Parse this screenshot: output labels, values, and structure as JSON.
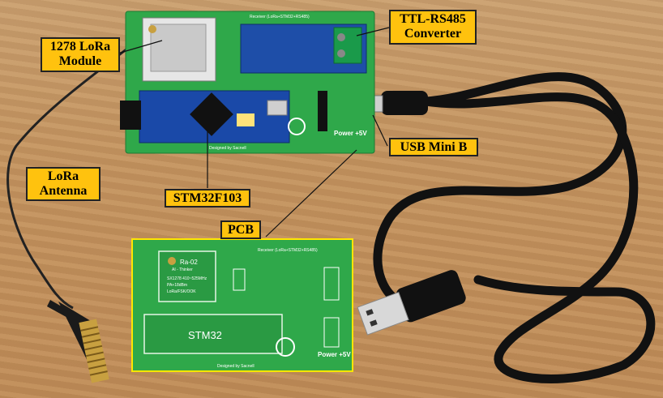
{
  "labels": {
    "lora_module_line1": "1278 LoRa",
    "lora_module_line2": "Module",
    "ttl_line1": "TTL-RS485",
    "ttl_line2": "Converter",
    "usb": "USB Mini B",
    "antenna_line1": "LoRa",
    "antenna_line2": "Antenna",
    "stm32": "STM32F103",
    "pcb": "PCB"
  },
  "board_top": {
    "title": "Receiver (LoRa+STM32+RS485)",
    "power": "Power +5V",
    "designed": "Designed by Sacnell"
  },
  "board_pcb": {
    "title": "Receiver (LoRa+STM32+RS485)",
    "module_name": "Ra-02",
    "module_brand": "AI - Thinker",
    "module_spec1": "SX1278 410~525MHz",
    "module_spec2": "PA+18dBm",
    "module_spec3": "LoRa/FSK/OOK",
    "stm": "STM32",
    "power": "Power +5V",
    "designed": "Designed by Sacnell"
  },
  "colors": {
    "pcb_green": "#2fa84a",
    "label_yellow": "#ffc20e"
  }
}
